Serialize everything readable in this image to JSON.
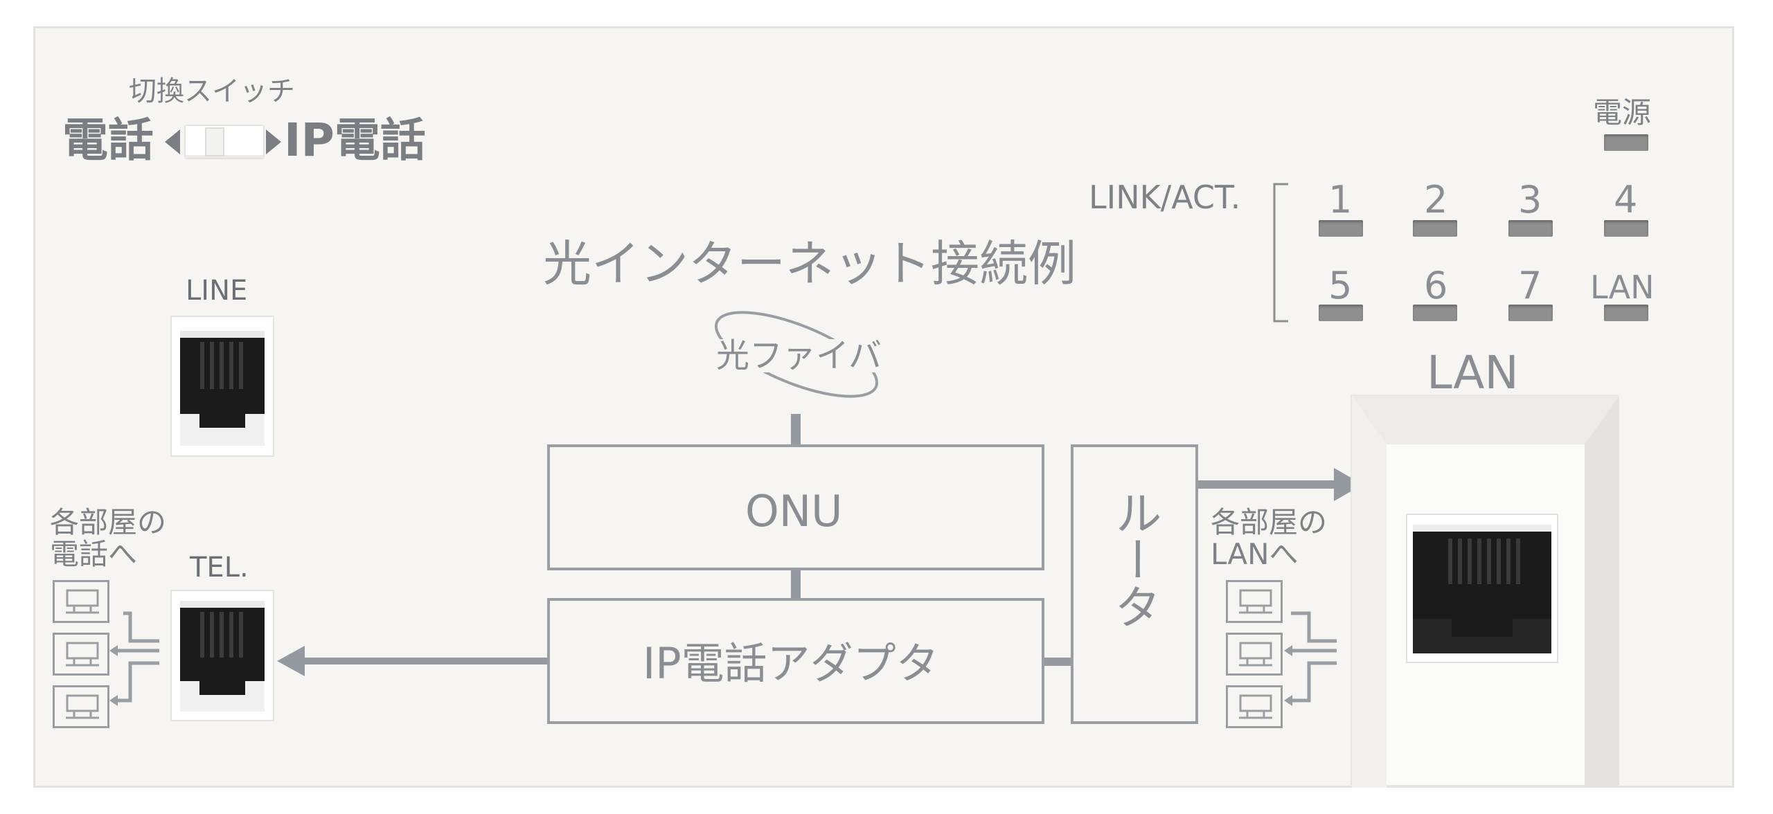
{
  "switch": {
    "title": "切換スイッチ",
    "left_label": "電話",
    "right_label": "IP電話"
  },
  "ports": {
    "line_label": "LINE",
    "tel_label": "TEL.",
    "lan_label": "LAN"
  },
  "rooms": {
    "phone_label_1": "各部屋の",
    "phone_label_2": "電話へ",
    "lan_label_1": "各部屋の",
    "lan_label_2": "LANへ"
  },
  "diagram": {
    "title": "光インターネット接続例",
    "fiber_label": "光ファイバ",
    "onu_label": "ONU",
    "adapter_label": "IP電話アダプタ",
    "router_label": "ルータ"
  },
  "indicators": {
    "power_label": "電源",
    "link_label": "LINK/ACT.",
    "top_row": [
      "1",
      "2",
      "3",
      "4"
    ],
    "bottom_row": [
      "5",
      "6",
      "7",
      "LAN"
    ]
  },
  "colors": {
    "panel": "#f6f5f1",
    "print": "#8d9196",
    "led_off": "#8f8f8f",
    "jack": "#1b1b1b"
  }
}
